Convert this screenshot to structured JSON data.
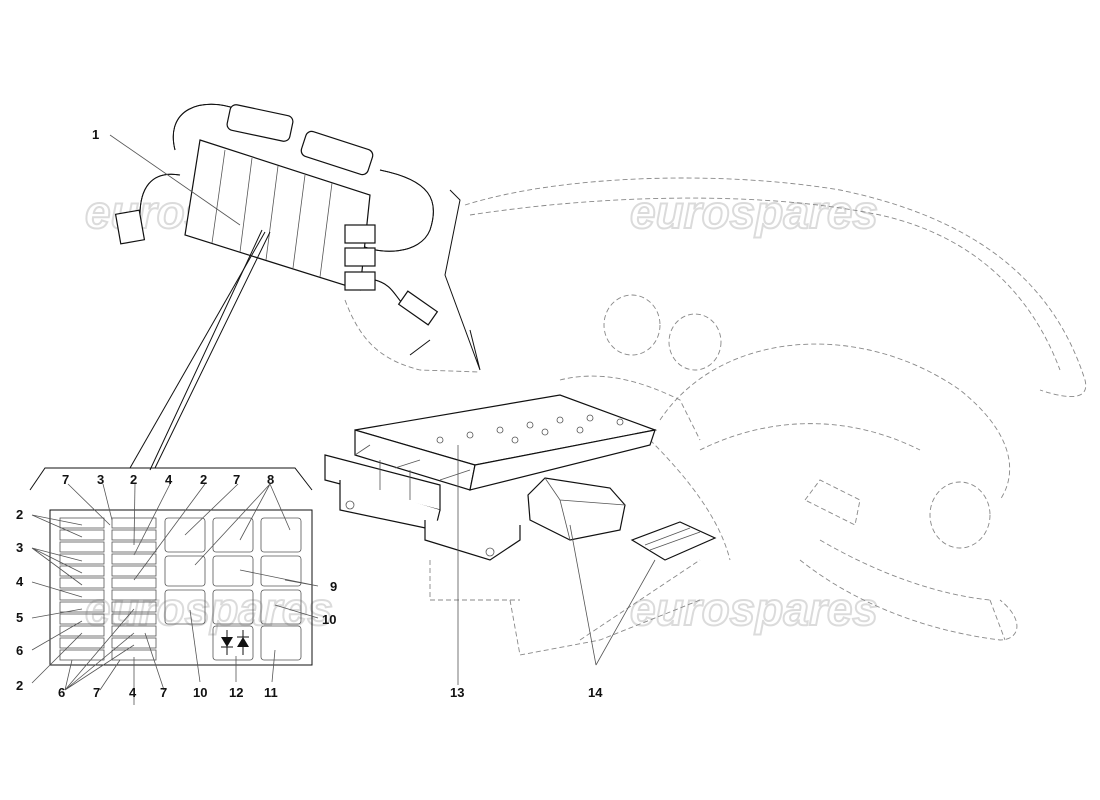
{
  "watermarks": [
    "eurospares",
    "eurospares",
    "eurospares",
    "eurospares"
  ],
  "callouts": {
    "c1": "1",
    "c2a": "2",
    "c2b": "2",
    "c2c": "2",
    "c2d": "2",
    "c3a": "3",
    "c3b": "3",
    "c4a": "4",
    "c4b": "4",
    "c4c": "4",
    "c5": "5",
    "c6a": "6",
    "c6b": "6",
    "c7a": "7",
    "c7b": "7",
    "c7c": "7",
    "c7d": "7",
    "c8": "8",
    "c9": "9",
    "c10a": "10",
    "c10b": "10",
    "c11": "11",
    "c12": "12",
    "c13": "13",
    "c14": "14"
  }
}
